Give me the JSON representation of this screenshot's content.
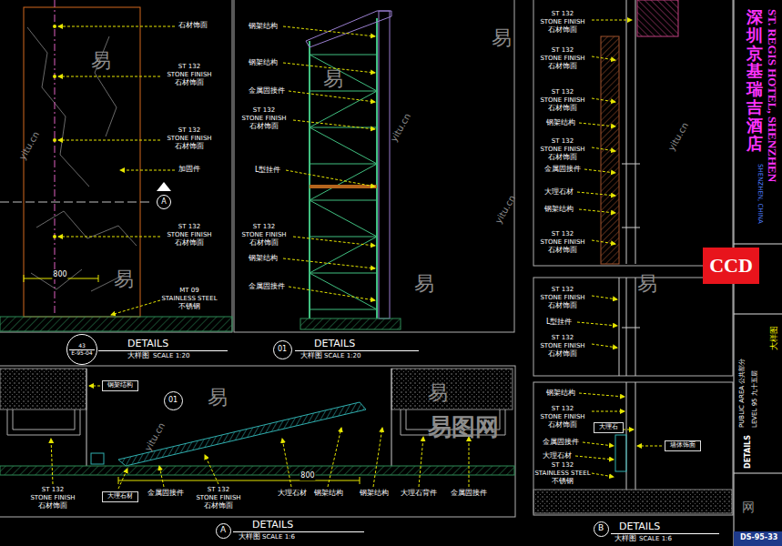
{
  "diagram": {
    "nodes": [
      {
        "text": [
          "43",
          "E-95-04"
        ]
      },
      {
        "text": [
          "01"
        ]
      },
      {
        "text": [
          "A"
        ]
      },
      {
        "text": [
          "B"
        ]
      },
      {
        "text": [
          "A"
        ]
      },
      {
        "text": [
          "01"
        ]
      },
      {
        "text": [
          "CCD"
        ]
      },
      {
        "text": [
          "钢架结构"
        ]
      },
      {
        "text": [
          "大理石材"
        ]
      },
      {
        "text": [
          "大理石"
        ]
      },
      {
        "text": [
          "墙体饰面"
        ]
      }
    ],
    "labels": [
      "石材饰面",
      "ST 132",
      "STONE FINISH",
      "石材饰面",
      "ST 132",
      "STONE FINISH",
      "石材饰面",
      "加固件",
      "ST 132",
      "STONE FINISH",
      "石材饰面",
      "800",
      "MT 09",
      "STAINLESS STEEL",
      "不锈钢",
      "DETAILS",
      "大样图",
      "SCALE 1:20",
      "钢架结构",
      "钢架结构",
      "金属固接件",
      "ST 132",
      "STONE FINISH",
      "石材饰面",
      "L型挂件",
      "ST 132",
      "STONE FINISH",
      "石材饰面",
      "钢架结构",
      "金属固接件",
      "DETAILS",
      "大样图",
      "SCALE 1:20",
      "800",
      "ST 132",
      "STONE FINISH",
      "石材饰面",
      "金属固接件",
      "ST 132",
      "STONE FINISH",
      "石材饰面",
      "大理石材",
      "钢架结构",
      "钢架结构",
      "大理石背件",
      "金属固接件",
      "DETAILS",
      "大样图",
      "SCALE 1:6",
      "ST 132",
      "STONE FINISH",
      "石材饰面",
      "ST 132",
      "STONE FINISH",
      "石材饰面",
      "ST 132",
      "STONE FINISH",
      "石材饰面",
      "钢架结构",
      "ST 132",
      "STONE FINISH",
      "石材饰面",
      "金属固接件",
      "大理石材",
      "钢架结构",
      "ST 132",
      "STONE FINISH",
      "石材饰面",
      "ST 132",
      "STONE FINISH",
      "石材饰面",
      "L型挂件",
      "ST 132",
      "STONE FINISH",
      "石材饰面",
      "钢架结构",
      "ST 132",
      "STONE FINISH",
      "石材饰面",
      "金属固接件",
      "大理石材",
      "ST 132",
      "STAINLESS STEEL",
      "不锈钢",
      "DETAILS",
      "大样图",
      "SCALE 1:6",
      "深圳京基瑞吉酒店",
      "ST. REGIS HOTEL, SHENZHEN",
      "SHENZHEN, CHINA",
      "PUBLIC AREA 公共部分",
      "LEVEL 95 九十五层",
      "DETAILS",
      "大样图",
      "DS-95-33",
      "易",
      "易",
      "易",
      "易",
      "易",
      "易",
      "易",
      "易",
      "yitu.cn",
      "yitu.cn",
      "yitu.cn",
      "yitu.cn",
      "yitu.cn",
      "易图网",
      "网"
    ]
  }
}
